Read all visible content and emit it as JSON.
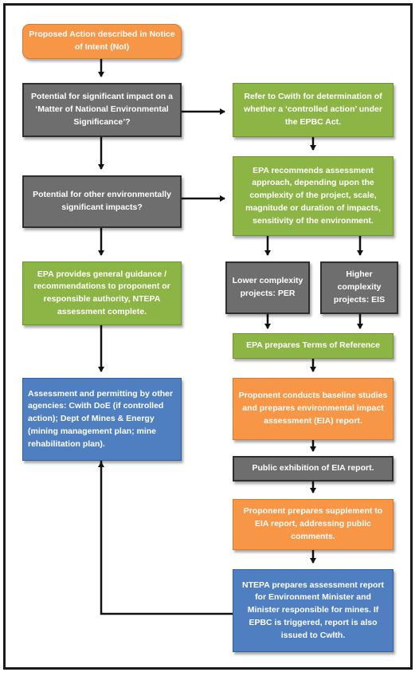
{
  "nodes": {
    "noi": "Proposed Action described in Notice of Intent (NoI)",
    "mnes": "Potential for significant impact on a ‘Matter of National Environmental Significance’?",
    "cwth_refer": "Refer to Cwith for determination of whether a ‘controlled action’ under the EPBC Act.",
    "other_impacts": "Potential for other environmentally significant impacts?",
    "epa_recommends": "EPA recommends assessment approach, depending upon the complexity of the project, scale, magnitude or duration of impacts, sensitivity of the environment.",
    "epa_guidance": "EPA provides general guidance / recommendations to proponent or responsible authority, NTEPA assessment complete.",
    "lower_per": "Lower complexity projects: PER",
    "higher_eis": "Higher complexity projects: EIS",
    "terms_of_reference": "EPA prepares Terms of Reference",
    "permitting": "Assessment and permitting by other agencies: Cwith DoE (if controlled action); Dept of Mines & Energy (mining management plan; mine rehabilitation plan).",
    "baseline": "Proponent conducts baseline studies and prepares environmental impact assessment (EIA) report.",
    "public_exhibition": "Public exhibition of EIA report.",
    "supplement": "Proponent prepares supplement to EIA report, addressing public comments.",
    "ntepa_report": "NTEPA prepares assessment report for Environment Minister and Minister responsible for mines. If EPBC is triggered, report is also issued to Cwlth."
  },
  "colors": {
    "orange": "#f79646",
    "gray": "#6e6e6e",
    "green": "#8db545",
    "blue": "#4f7fc1",
    "arrow": "#111111"
  }
}
